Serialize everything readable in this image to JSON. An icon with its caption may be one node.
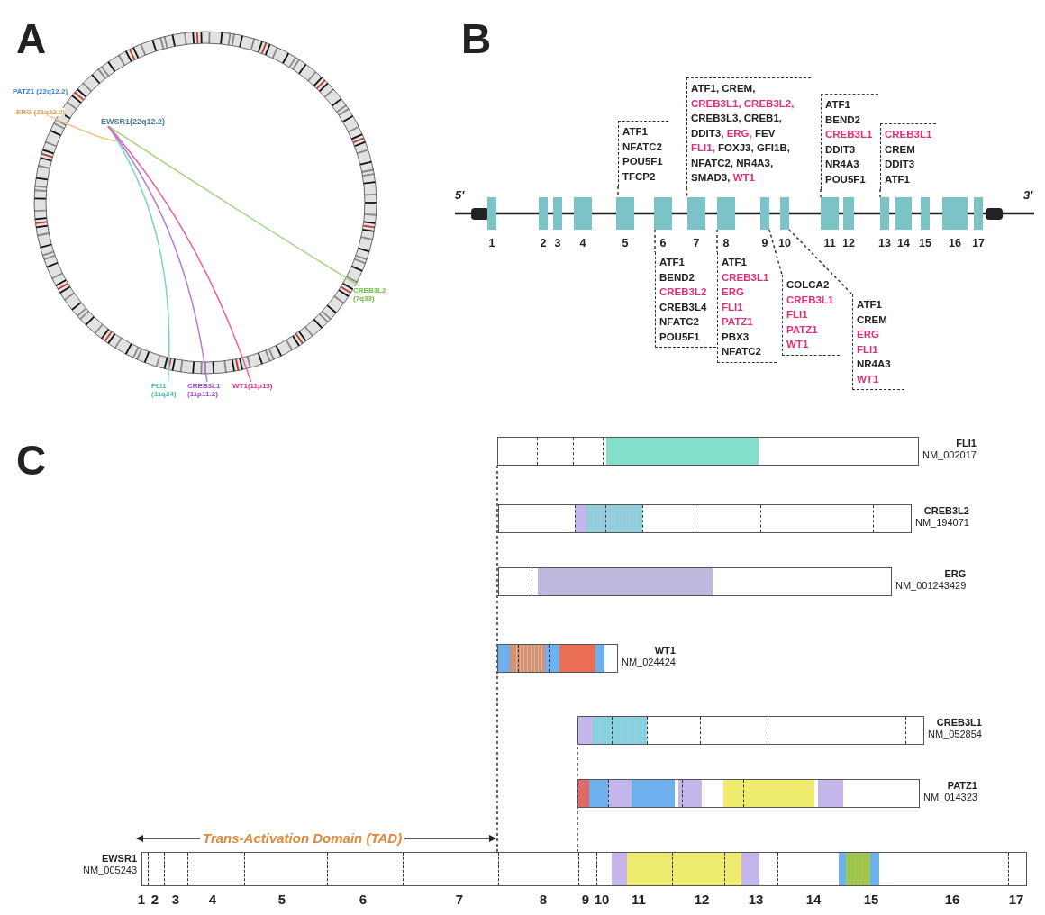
{
  "diagram": {
    "nodes": [
      {
        "text": [
          "PATZ1 (22q12.2)"
        ]
      },
      {
        "text": [
          "EWSR1(22q12.2)"
        ]
      },
      {
        "text": [
          "ERG (21q22.2)"
        ]
      },
      {
        "text": [
          "CREB3L2 (7q33)"
        ]
      },
      {
        "text": [
          "FLI1 (11q24)"
        ]
      },
      {
        "text": [
          "CREB3L1 (11p11.2)"
        ]
      },
      {
        "text": [
          "WT1(11p13)"
        ]
      },
      {
        "text": [
          "ATF1",
          "NFATC2",
          "POU5F1",
          "TFCP2"
        ]
      },
      {
        "text": [
          "ATF1, CREM, CREB3L1, CREB3L2, CREB3L3, CREB1, DDIT3, ERG, FEV FLI1, FOXJ3, GFI1B, NFATC2, NR4A3, SMAD3, WT1"
        ]
      },
      {
        "text": [
          "ATF1",
          "BEND2",
          "CREB3L1",
          "DDIT3",
          "NR4A3",
          "POU5F1"
        ]
      },
      {
        "text": [
          "CREB3L1",
          "CREM",
          "DDIT3",
          "ATF1"
        ]
      },
      {
        "text": [
          "1"
        ]
      },
      {
        "text": [
          "2"
        ]
      },
      {
        "text": [
          "3"
        ]
      },
      {
        "text": [
          "4"
        ]
      },
      {
        "text": [
          "5"
        ]
      },
      {
        "text": [
          "6"
        ]
      },
      {
        "text": [
          "7"
        ]
      },
      {
        "text": [
          "8"
        ]
      },
      {
        "text": [
          "9"
        ]
      },
      {
        "text": [
          "10"
        ]
      },
      {
        "text": [
          "11"
        ]
      },
      {
        "text": [
          "12"
        ]
      },
      {
        "text": [
          "13"
        ]
      },
      {
        "text": [
          "14"
        ]
      },
      {
        "text": [
          "15"
        ]
      },
      {
        "text": [
          "16"
        ]
      },
      {
        "text": [
          "17"
        ]
      },
      {
        "text": [
          "ATF1",
          "BEND2",
          "CREB3L2",
          "CREB3L4",
          "NFATC2",
          "POU5F1"
        ]
      },
      {
        "text": [
          "ATF1",
          "CREB3L1",
          "ERG",
          "FLI1",
          "PATZ1",
          "PBX3",
          "NFATC2"
        ]
      },
      {
        "text": [
          "COLCA2",
          "CREB3L1",
          "FLI1",
          "PATZ1",
          "WT1"
        ]
      },
      {
        "text": [
          "ATF1",
          "CREM",
          "ERG",
          "FLI1",
          "NR4A3",
          "WT1"
        ]
      },
      {
        "text": [
          "FLI1",
          "NM_002017"
        ]
      },
      {
        "text": [
          "CREB3L2",
          "NM_194071"
        ]
      },
      {
        "text": [
          "ERG",
          "NM_001243429"
        ]
      },
      {
        "text": [
          "WT1",
          "NM_024424"
        ]
      },
      {
        "text": [
          "CREB3L1",
          "NM_052854"
        ]
      },
      {
        "text": [
          "PATZ1",
          "NM_014323"
        ]
      },
      {
        "text": [
          "EWSR1",
          "NM_005243"
        ],
        "beside": [
          "Trans-Activation Domain (TAD)",
          "1",
          "2",
          "3",
          "4",
          "5",
          "6",
          "7",
          "8",
          "9",
          "10",
          "11",
          "12",
          "13",
          "14",
          "15",
          "16",
          "17"
        ]
      }
    ],
    "edges": [
      {
        "from": 1,
        "to": 2,
        "arrow": "none",
        "color": "#f2c48a"
      },
      {
        "from": 1,
        "to": 3,
        "arrow": "none",
        "color": "#a8d68a"
      },
      {
        "from": 1,
        "to": 4,
        "arrow": "none",
        "color": "#7dd3c8"
      },
      {
        "from": 1,
        "to": 5,
        "arrow": "none",
        "color": "#b57bd9"
      },
      {
        "from": 1,
        "to": 6,
        "arrow": "none",
        "color": "#e85fa8"
      },
      {
        "from": 7,
        "to": 15,
        "arrow": "none",
        "style": "dashed"
      },
      {
        "from": 8,
        "to": 17,
        "arrow": "none",
        "style": "dashed"
      },
      {
        "from": 9,
        "to": 21,
        "arrow": "none",
        "style": "dashed"
      },
      {
        "from": 10,
        "to": 23,
        "arrow": "none",
        "style": "dashed"
      },
      {
        "from": 16,
        "to": 28,
        "arrow": "none",
        "style": "dashed"
      },
      {
        "from": 18,
        "to": 29,
        "arrow": "none",
        "style": "dashed"
      },
      {
        "from": 19,
        "to": 30,
        "arrow": "none",
        "style": "dashed"
      },
      {
        "from": 20,
        "to": 31,
        "arrow": "none",
        "style": "dashed"
      },
      {
        "from": 38,
        "to": 32,
        "arrow": "none",
        "style": "dashed"
      },
      {
        "from": 38,
        "to": 36,
        "arrow": "none",
        "style": "dashed"
      }
    ],
    "labels": [
      "A",
      "B",
      "5'",
      "3'",
      "C"
    ]
  }
}
